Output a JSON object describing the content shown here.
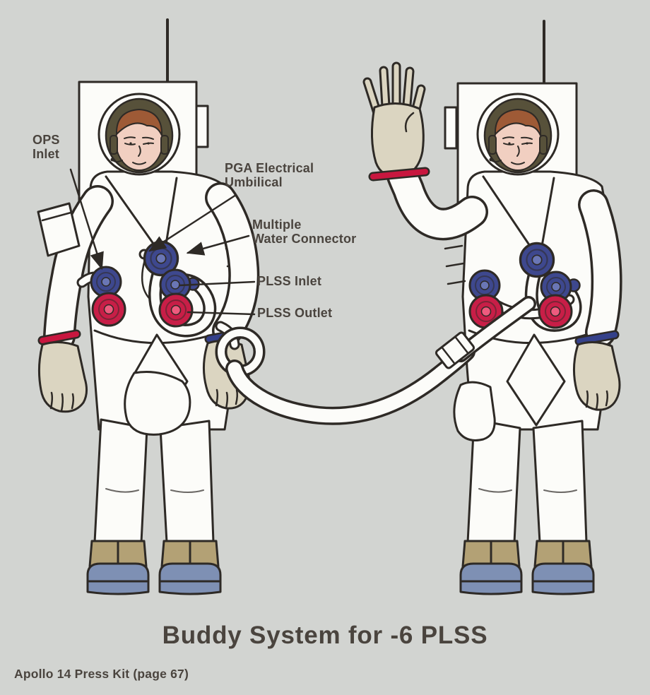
{
  "page": {
    "title": "Buddy System for -6 PLSS",
    "caption": "Apollo 14 Press Kit (page 67)"
  },
  "labels": {
    "ops_inlet": {
      "line1": "OPS",
      "line2": "Inlet"
    },
    "pga_electrical": {
      "line1": "PGA Electrical",
      "line2": "Umbilical"
    },
    "multiple_water": {
      "line1": "Multiple",
      "line2": "Water Connector"
    },
    "plss_inlet": "PLSS Inlet",
    "plss_outlet": "PLSS Outlet"
  },
  "colors": {
    "bg": "#d2d4d1",
    "ink": "#2e2a26",
    "suit_white": "#fcfcf9",
    "label_text": "#4a443e",
    "glove_beige": "#dbd5c1",
    "boot_tan": "#b3a175",
    "boot_blue": "#7e90b4",
    "connector_blue": "#3e488e",
    "connector_red": "#c81e47",
    "wrist_red": "#c8173f",
    "wrist_blue": "#35418a",
    "helmet_olive": "#57513a",
    "hair_brown": "#9e5a36",
    "skin": "#f1cfc1"
  }
}
